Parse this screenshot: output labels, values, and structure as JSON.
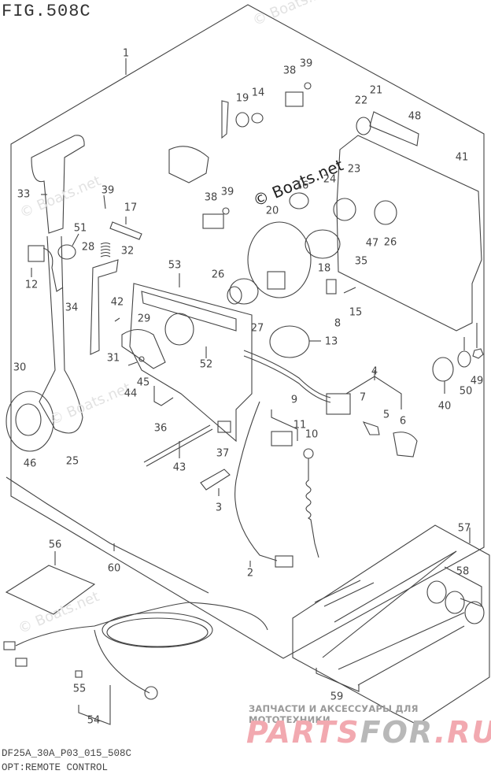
{
  "figure": {
    "title": "FIG.508C",
    "code": "DF25A_30A_P03_015_508C",
    "description": "OPT:REMOTE CONTROL"
  },
  "watermarks": {
    "center": "© Boats.net",
    "faint": "© Boats.net",
    "shop_tagline": "ЗАПЧАСТИ И АКСЕССУАРЫ ДЛЯ МОТОТЕХНИКИ",
    "shop_logo_part1": "PARTS",
    "shop_logo_part2": "FOR",
    "shop_logo_part3": ".RU"
  },
  "callouts": [
    {
      "id": "1",
      "label": "1"
    },
    {
      "id": "2",
      "label": "2"
    },
    {
      "id": "3",
      "label": "3"
    },
    {
      "id": "4",
      "label": "4"
    },
    {
      "id": "5",
      "label": "5"
    },
    {
      "id": "6",
      "label": "6"
    },
    {
      "id": "7",
      "label": "7"
    },
    {
      "id": "8",
      "label": "8"
    },
    {
      "id": "9",
      "label": "9"
    },
    {
      "id": "10",
      "label": "10"
    },
    {
      "id": "11",
      "label": "11"
    },
    {
      "id": "12",
      "label": "12"
    },
    {
      "id": "13",
      "label": "13"
    },
    {
      "id": "14",
      "label": "14"
    },
    {
      "id": "15",
      "label": "15"
    },
    {
      "id": "16",
      "label": "16"
    },
    {
      "id": "17",
      "label": "17"
    },
    {
      "id": "18",
      "label": "18"
    },
    {
      "id": "19",
      "label": "19"
    },
    {
      "id": "20",
      "label": "20"
    },
    {
      "id": "21",
      "label": "21"
    },
    {
      "id": "22",
      "label": "22"
    },
    {
      "id": "23",
      "label": "23"
    },
    {
      "id": "24",
      "label": "24"
    },
    {
      "id": "25",
      "label": "25"
    },
    {
      "id": "26a",
      "label": "26"
    },
    {
      "id": "26b",
      "label": "26"
    },
    {
      "id": "27",
      "label": "27"
    },
    {
      "id": "28",
      "label": "28"
    },
    {
      "id": "29",
      "label": "29"
    },
    {
      "id": "30",
      "label": "30"
    },
    {
      "id": "31",
      "label": "31"
    },
    {
      "id": "32",
      "label": "32"
    },
    {
      "id": "33",
      "label": "33"
    },
    {
      "id": "34",
      "label": "34"
    },
    {
      "id": "35",
      "label": "35"
    },
    {
      "id": "36",
      "label": "36"
    },
    {
      "id": "37",
      "label": "37"
    },
    {
      "id": "38a",
      "label": "38"
    },
    {
      "id": "38b",
      "label": "38"
    },
    {
      "id": "39a",
      "label": "39"
    },
    {
      "id": "39b",
      "label": "39"
    },
    {
      "id": "39c",
      "label": "39"
    },
    {
      "id": "40",
      "label": "40"
    },
    {
      "id": "41",
      "label": "41"
    },
    {
      "id": "42",
      "label": "42"
    },
    {
      "id": "43",
      "label": "43"
    },
    {
      "id": "44",
      "label": "44"
    },
    {
      "id": "45",
      "label": "45"
    },
    {
      "id": "46",
      "label": "46"
    },
    {
      "id": "47",
      "label": "47"
    },
    {
      "id": "48",
      "label": "48"
    },
    {
      "id": "49",
      "label": "49"
    },
    {
      "id": "50",
      "label": "50"
    },
    {
      "id": "51",
      "label": "51"
    },
    {
      "id": "52",
      "label": "52"
    },
    {
      "id": "53",
      "label": "53"
    },
    {
      "id": "54",
      "label": "54"
    },
    {
      "id": "55",
      "label": "55"
    },
    {
      "id": "56",
      "label": "56"
    },
    {
      "id": "57",
      "label": "57"
    },
    {
      "id": "58",
      "label": "58"
    },
    {
      "id": "59",
      "label": "59"
    },
    {
      "id": "60",
      "label": "60"
    }
  ]
}
